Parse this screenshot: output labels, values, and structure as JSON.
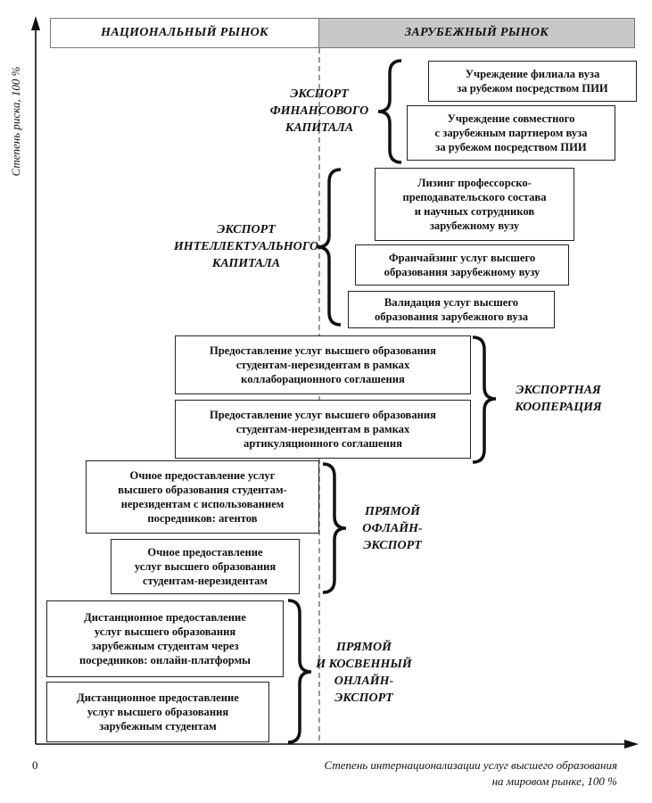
{
  "headers": {
    "national": "НАЦИОНАЛЬНЫЙ РЫНОК",
    "foreign": "ЗАРУБЕЖНЫЙ РЫНОК"
  },
  "axes": {
    "y_label": "Степень риска, 100 %",
    "x_label_line1": "Степень интернационализации услуг высшего образования",
    "x_label_line2": "на мировом рынке, 100 %",
    "origin": "0"
  },
  "groups": {
    "financial": "ЭКСПОРТ\nФИНАНСОВОГО\nКАПИТАЛА",
    "intellectual": "ЭКСПОРТ\nИНТЕЛЛЕКТУАЛЬНОГО\nКАПИТАЛА",
    "cooperation": "ЭКСПОРТНАЯ\nКООПЕРАЦИЯ",
    "offline": "ПРЯМОЙ\nОФЛАЙН-\nЭКСПОРТ",
    "online": "ПРЯМОЙ\nИ КОСВЕННЫЙ\nОНЛАЙН-\nЭКСПОРТ"
  },
  "boxes": {
    "b1": "Учреждение филиала вуза\nза рубежом посредством ПИИ",
    "b2": "Учреждение совместного\nс зарубежным партнером вуза\nза рубежом посредством ПИИ",
    "b3": "Лизинг профессорско-\nпреподавательского состава\nи научных сотрудников\nзарубежному вузу",
    "b4": "Франчайзинг услуг высшего\nобразования зарубежному вузу",
    "b5": "Валидация услуг высшего\nобразования зарубежного вуза",
    "b6": "Предоставление услуг высшего образования\nстудентам-нерезидентам в рамках\nколлаборационного соглашения",
    "b7": "Предоставление услуг высшего образования\nстудентам-нерезидентам в рамках\nартикуляционного соглашения",
    "b8": "Очное предоставление услуг\nвысшего образования студентам-\nнерезидентам с использованием\nпосредников: агентов",
    "b9": "Очное предоставление\nуслуг высшего образования\nстудентам-нерезидентам",
    "b10": "Дистанционное предоставление\nуслуг высшего образования\nзарубежным студентам через\nпосредников: онлайн-платформы",
    "b11": "Дистанционное предоставление\nуслуг высшего образования\nзарубежным студентам"
  }
}
